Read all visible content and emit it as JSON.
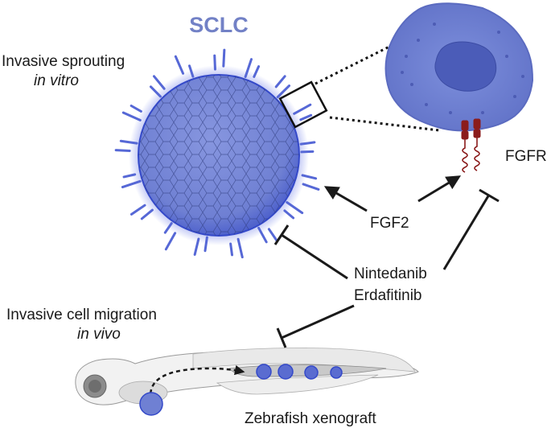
{
  "title": "SCLC",
  "sprouting": {
    "line1": "Invasive sprouting",
    "line2": "in vitro"
  },
  "migration": {
    "line1": "Invasive cell migration",
    "line2": "in vivo"
  },
  "receptor_label": "FGFR",
  "ligand_label": "FGF2",
  "inhibitors": {
    "line1": "Nintedanib",
    "line2": "Erdafitinib"
  },
  "model_label": "Zebrafish xenograft",
  "colors": {
    "title": "#7281c6",
    "cell_fill": "#6d7fd1",
    "cell_glow": "#4a5de0",
    "receptor": "#8b1c1c",
    "arrow": "#1a1a1a"
  }
}
